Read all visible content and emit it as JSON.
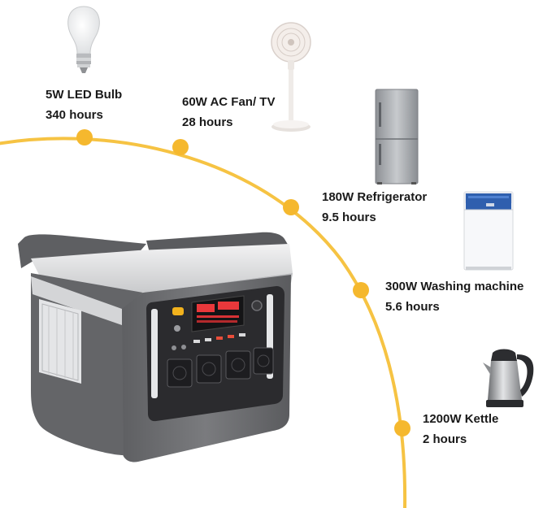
{
  "colors": {
    "curve": "#f6c343",
    "dot": "#f5b82e",
    "station_dark": "#6e6e70",
    "station_light": "#d8d9db",
    "panel": "#2b2b2e",
    "text": "#1a1a1a"
  },
  "appliances": [
    {
      "icon": "light-bulb-icon",
      "name": "5W LED Bulb",
      "runtime": "340 hours"
    },
    {
      "icon": "fan-icon",
      "name": "60W AC Fan/ TV",
      "runtime": "28 hours"
    },
    {
      "icon": "refrigerator-icon",
      "name": "180W Refrigerator",
      "runtime": "9.5 hours"
    },
    {
      "icon": "washing-machine-icon",
      "name": "300W Washing machine",
      "runtime": "5.6 hours"
    },
    {
      "icon": "kettle-icon",
      "name": "1200W Kettle",
      "runtime": "2 hours"
    }
  ]
}
